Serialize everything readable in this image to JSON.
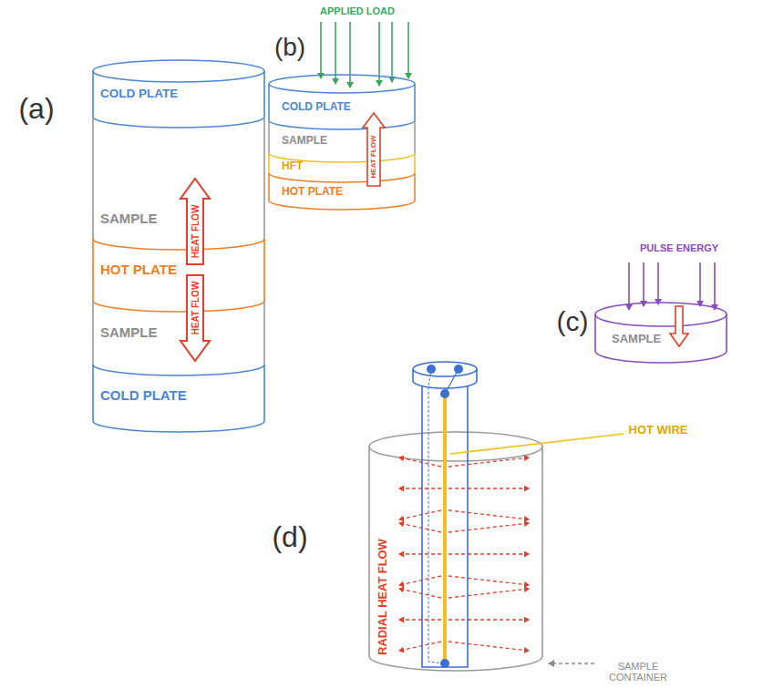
{
  "diagram": {
    "nodes": [
      {
        "text": [
          "COLD PLATE"
        ]
      },
      {
        "text": [
          "SAMPLE"
        ]
      },
      {
        "text": [
          "HOT PLATE"
        ]
      },
      {
        "text": [
          "SAMPLE"
        ]
      },
      {
        "text": [
          "COLD PLATE"
        ]
      },
      {
        "text": [
          "COLD PLATE"
        ]
      },
      {
        "text": [
          "SAMPLE"
        ]
      },
      {
        "text": [
          "HFT"
        ]
      },
      {
        "text": [
          "HOT PLATE"
        ]
      },
      {
        "text": [
          "SAMPLE"
        ]
      }
    ],
    "labels": [
      "(a)",
      "HEAT FLOW",
      "HEAT FLOW",
      "(b)",
      "APPLIED LOAD",
      "HEAT FLOW",
      "(c)",
      "PULSE ENERGY",
      "(d)",
      "HOT WIRE",
      "RADIAL HEAT FLOW",
      "SAMPLE CONTAINER"
    ]
  }
}
